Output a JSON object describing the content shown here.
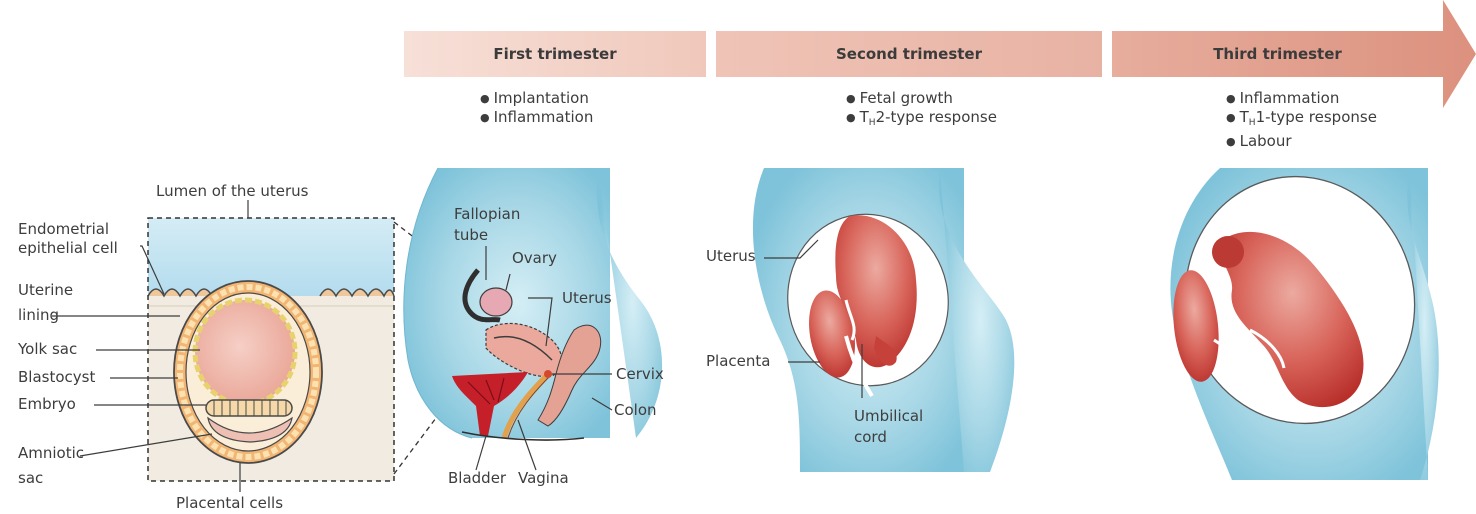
{
  "trimesters": [
    {
      "title": "First trimester",
      "bullets": [
        "Implantation",
        "Inflammation"
      ]
    },
    {
      "title": "Second trimester",
      "bullets": [
        "Fetal growth",
        "2-type response"
      ],
      "bullet_prefix_main": "T",
      "bullet_prefix_sub": "H"
    },
    {
      "title": "Third trimester",
      "bullets": [
        "Inflammation",
        "1-type response",
        "Labour"
      ],
      "bullet_prefix_main": "T",
      "bullet_prefix_sub": "H"
    }
  ],
  "blastocyst_labels": {
    "lumen": "Lumen of the uterus",
    "endometrial_1": "Endometrial",
    "endometrial_2": "epithelial cell",
    "uterine_1": "Uterine",
    "uterine_2": "lining",
    "yolk_sac": "Yolk sac",
    "blastocyst": "Blastocyst",
    "embryo": "Embryo",
    "amniotic_1": "Amniotic",
    "amniotic_2": "sac",
    "placental_cells": "Placental cells"
  },
  "anatomy_labels": {
    "fallopian_1": "Fallopian",
    "fallopian_2": "tube",
    "ovary": "Ovary",
    "uterus": "Uterus",
    "cervix": "Cervix",
    "colon": "Colon",
    "bladder": "Bladder",
    "vagina": "Vagina"
  },
  "second_labels": {
    "uterus": "Uterus",
    "placenta": "Placenta",
    "umbilical_1": "Umbilical",
    "umbilical_2": "cord"
  },
  "colors": {
    "bar_light": "#f3d3c8",
    "bar_mid": "#eab4a6",
    "bar_dark": "#e0a08f",
    "body_blue": "#a9d8e6",
    "fetus_red": "#c2433d",
    "bladder_red": "#c51f2a"
  }
}
